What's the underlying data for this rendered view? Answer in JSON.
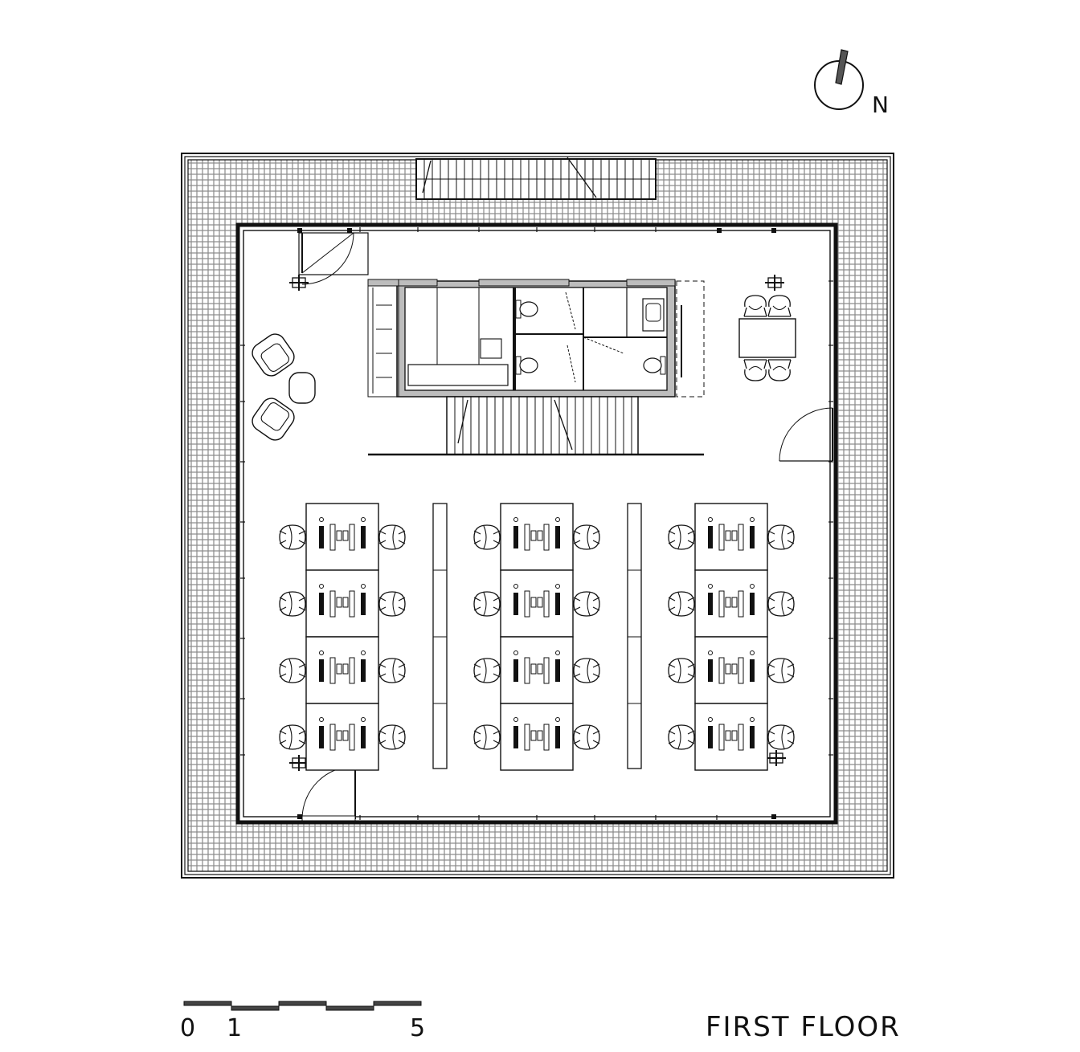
{
  "title": "FIRST FLOOR",
  "north": {
    "label": "N",
    "icon": "north-arrow-icon"
  },
  "scale_bar": {
    "labels": [
      "0",
      "1",
      "5"
    ],
    "icon": "scale-bar-icon"
  },
  "plan": {
    "workstation_groups": 3,
    "desks_per_group": 4,
    "line_color": "#111111",
    "deck_fill": "#cfcfcf"
  }
}
